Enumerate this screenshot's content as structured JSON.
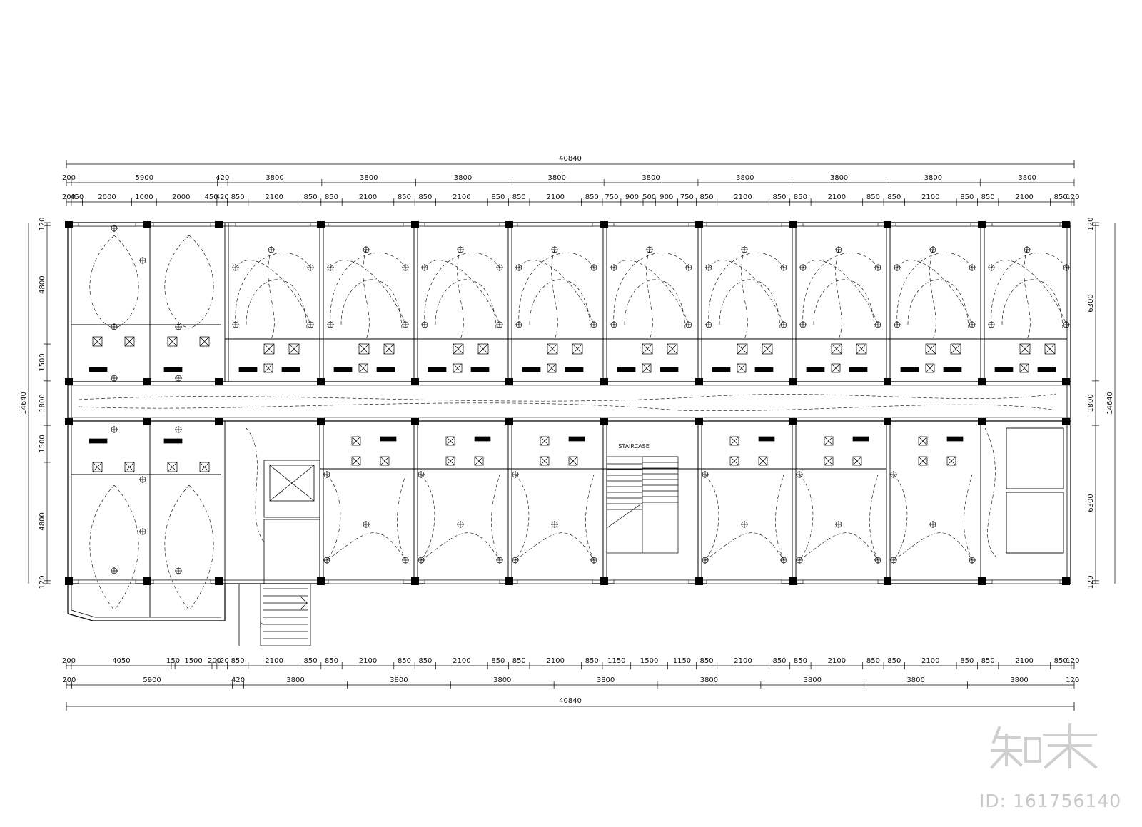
{
  "drawing": {
    "overall_width": "40840",
    "overall_height": "14640",
    "top_bays": [
      "200",
      "5900",
      "420",
      "3800",
      "3800",
      "3800",
      "3800",
      "3800",
      "3800",
      "3800",
      "3800",
      "3800"
    ],
    "top_detail": [
      "200",
      "450",
      "2000",
      "1000",
      "2000",
      "450",
      "420",
      "850",
      "2100",
      "850",
      "850",
      "2100",
      "850",
      "850",
      "2100",
      "850",
      "850",
      "2100",
      "850",
      "750",
      "900",
      "500",
      "900",
      "750",
      "850",
      "2100",
      "850",
      "850",
      "2100",
      "850",
      "850",
      "2100",
      "850",
      "850",
      "2100",
      "850",
      "120"
    ],
    "bottom_detail": [
      "200",
      "4050",
      "150",
      "1500",
      "200",
      "420",
      "850",
      "2100",
      "850",
      "850",
      "2100",
      "850",
      "850",
      "2100",
      "850",
      "850",
      "2100",
      "850",
      "1150",
      "1500",
      "1150",
      "850",
      "2100",
      "850",
      "850",
      "2100",
      "850",
      "850",
      "2100",
      "850",
      "850",
      "2100",
      "850",
      "120"
    ],
    "bottom_bays": [
      "200",
      "5900",
      "420",
      "3800",
      "3800",
      "3800",
      "3800",
      "3800",
      "3800",
      "3800",
      "3800",
      "120"
    ],
    "left_dims": [
      "120",
      "4800",
      "1500",
      "1800",
      "1500",
      "4800",
      "120"
    ],
    "right_dims": [
      "120",
      "6300",
      "1800",
      "6300",
      "120"
    ],
    "staircase_label": "STAIRCASE",
    "stair_down_label": "下"
  },
  "watermark": {
    "logo_text": "知末",
    "id_text": "ID: 161756140"
  }
}
